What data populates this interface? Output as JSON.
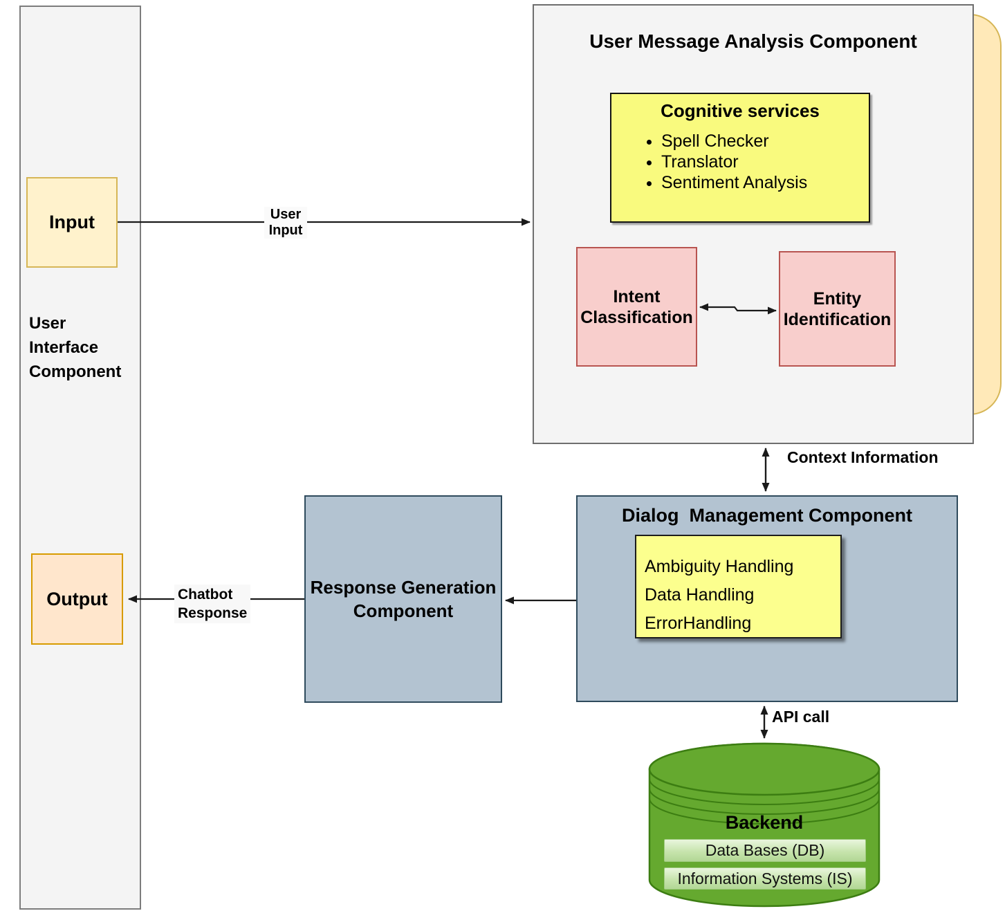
{
  "ui_column": {
    "label": "User\nInterface\nComponent",
    "input": "Input",
    "output": "Output"
  },
  "uma": {
    "title": "User Message Analysis Component",
    "cognitive": {
      "title": "Cognitive services",
      "items": [
        "Spell Checker",
        "Translator",
        "Sentiment Analysis"
      ]
    },
    "intent": "Intent\nClassification",
    "entity": "Entity\nIdentification"
  },
  "dialog": {
    "title": "Dialog  Management Component",
    "handlers": [
      "Ambiguity Handling",
      "Data Handling",
      "ErrorHandling"
    ]
  },
  "rgc": {
    "title": "Response Generation\nComponent"
  },
  "backend": {
    "title": "Backend",
    "bars": [
      "Data Bases (DB)",
      "Information Systems (IS)"
    ]
  },
  "labels": {
    "user_input": "User\nInput",
    "chatbot_response": "Chatbot\nResponse",
    "context_information": "Context Information",
    "api_call": "API call"
  },
  "colors": {
    "input_fill": "#fff2cc",
    "input_border": "#d6b656",
    "output_fill": "#ffe6cc",
    "output_border": "#d79b00",
    "panel_fill": "#f4f4f4",
    "panel_border": "#6e6e6e",
    "yellow_note_fill": "#f9fa7e",
    "yellow_dialog_fill": "#fcff8e",
    "pink_fill": "#f8cecc",
    "pink_border": "#b85450",
    "bluegray_fill": "#b3c3d1",
    "bluegray_border": "#2e4a5c",
    "green_fill": "#65a92f",
    "green_border": "#3c7d12",
    "tan_fill": "#ffe9b8",
    "arrow_color": "#1a1a1a"
  }
}
